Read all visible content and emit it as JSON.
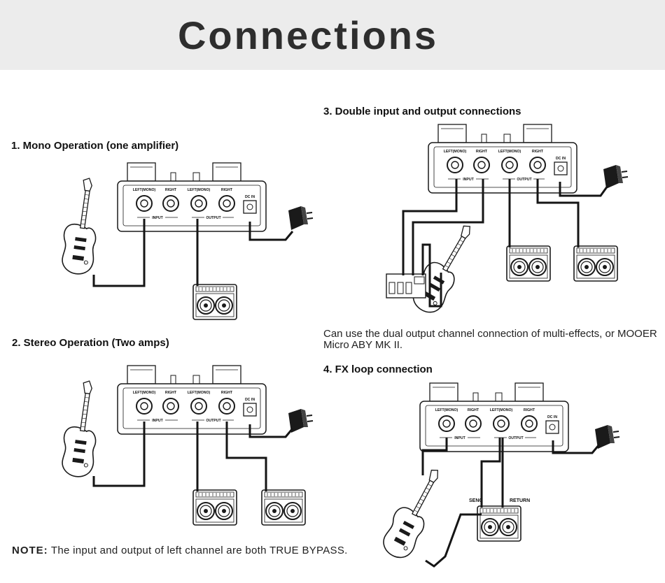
{
  "header": {
    "title": "Connections"
  },
  "sections": {
    "mono": {
      "title": "1. Mono Operation (one amplifier)"
    },
    "stereo": {
      "title": "2. Stereo Operation (Two amps)"
    },
    "double": {
      "title": "3. Double input and output connections",
      "note": "Can use the dual output channel connection of multi-effects, or MOOER Micro ABY MK II."
    },
    "fxloop": {
      "title": "4. FX loop connection",
      "send_label": "SENO",
      "return_label": "RETURN"
    }
  },
  "pedal_labels": {
    "left_mono": "LEFT(MONO)",
    "right": "RIGHT",
    "input": "INPUT",
    "output": "OUTPUT",
    "dc_in": "DC IN"
  },
  "footnote": {
    "label": "NOTE:",
    "text": " The input and output of left channel are both TRUE BYPASS."
  },
  "colors": {
    "header_bg": "#ececec",
    "line": "#1a1a1a",
    "cable": "#151515"
  }
}
